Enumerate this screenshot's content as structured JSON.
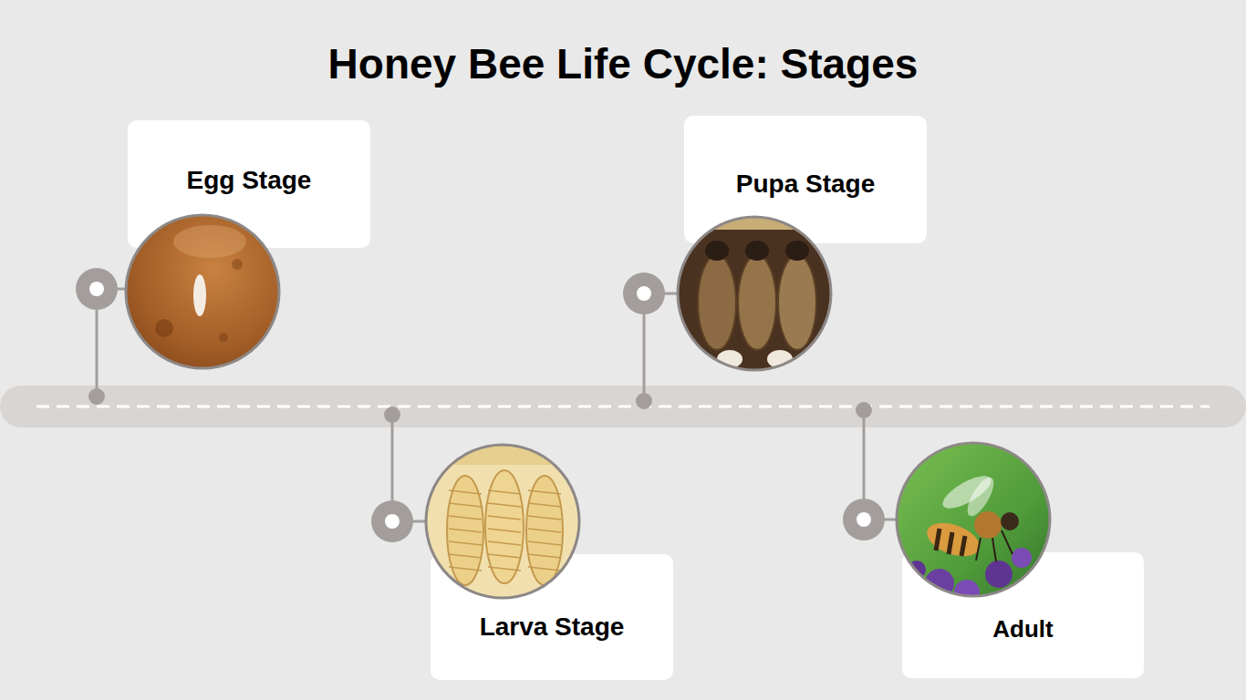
{
  "diagram": {
    "title": "Honey Bee Life Cycle: Stages",
    "nodes": [
      {
        "text": [
          "Egg Stage"
        ]
      },
      {
        "text": [
          "Larva Stage"
        ]
      },
      {
        "text": [
          "Pupa Stage"
        ]
      },
      {
        "text": [
          "Adult"
        ]
      }
    ]
  }
}
